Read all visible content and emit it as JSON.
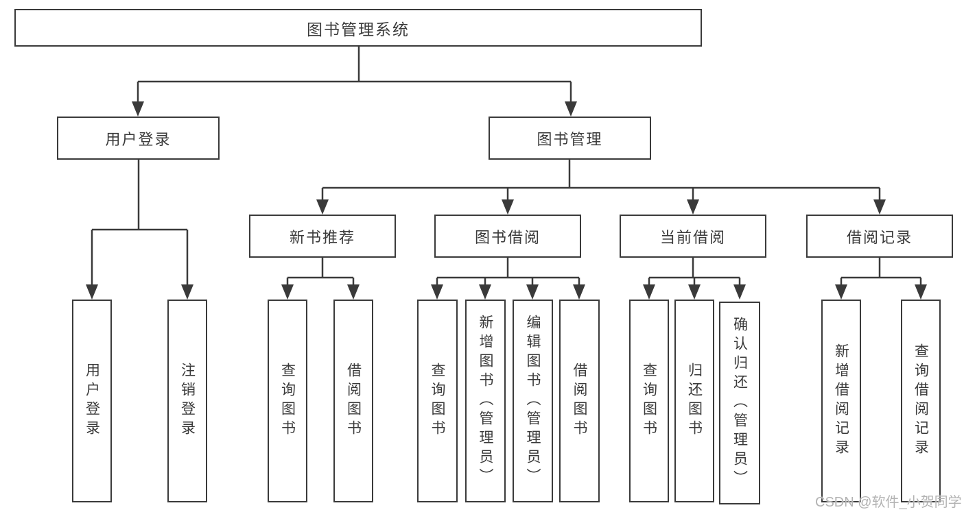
{
  "diagram": {
    "root": {
      "label": "图书管理系统"
    },
    "children": [
      {
        "label": "用户登录",
        "children": [
          {
            "label": "用户登录"
          },
          {
            "label": "注销登录"
          }
        ]
      },
      {
        "label": "图书管理",
        "children": [
          {
            "label": "新书推荐",
            "children": [
              {
                "label": "查询图书"
              },
              {
                "label": "借阅图书"
              }
            ]
          },
          {
            "label": "图书借阅",
            "children": [
              {
                "label": "查询图书"
              },
              {
                "label": "新增图书（管理员）"
              },
              {
                "label": "编辑图书（管理员）"
              },
              {
                "label": "借阅图书"
              }
            ]
          },
          {
            "label": "当前借阅",
            "children": [
              {
                "label": "查询图书"
              },
              {
                "label": "归还图书"
              },
              {
                "label": "确认归还（管理员）"
              }
            ]
          },
          {
            "label": "借阅记录",
            "children": [
              {
                "label": "新增借阅记录"
              },
              {
                "label": "查询借阅记录"
              }
            ]
          }
        ]
      }
    ]
  },
  "watermark": {
    "text": "CSDN @软件_小贺同学"
  },
  "colors": {
    "line": "#3a3a3a",
    "box_border": "#3a3a3a",
    "text": "#3a3a3a",
    "watermark": "#b3b3b3",
    "background": "#ffffff"
  }
}
